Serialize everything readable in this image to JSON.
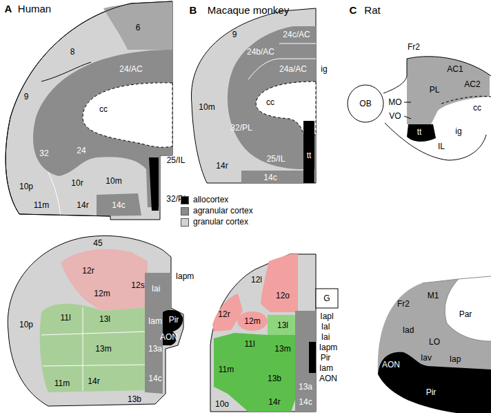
{
  "diagram": {
    "labels": [
      "A",
      "Human",
      "B",
      "Macaque monkey",
      "C",
      "Rat",
      "6",
      "8",
      "24/AC",
      "9",
      "32",
      "cc",
      "10p",
      "10r",
      "24",
      "10m",
      "25/IL",
      "32/PL",
      "11m",
      "14r",
      "14c",
      "9",
      "24c/AC",
      "24b/AC",
      "ig",
      "24a/AC",
      "cc",
      "10m",
      "32/PL",
      "14r",
      "25/IL",
      "14c",
      "tt",
      "Fr2",
      "AC1",
      "PL",
      "AC2",
      "cc",
      "OB",
      "MO",
      "VO",
      "tt",
      "ig",
      "IL",
      "45",
      "12r",
      "12m",
      "12s",
      "Iai",
      "Iapm",
      "11l",
      "13l",
      "10p",
      "Iam",
      "Pir",
      "13m",
      "13a",
      "AON",
      "11m",
      "14r",
      "14c",
      "13b",
      "12l",
      "G",
      "12o",
      "Iapl",
      "12r",
      "12m",
      "13l",
      "Ial",
      "Iai",
      "11l",
      "13m",
      "Iapm",
      "Pir",
      "Iam",
      "AON",
      "11m",
      "13b",
      "13a",
      "10o",
      "14r",
      "14c",
      "Fr2",
      "M1",
      "Par",
      "Iad",
      "LO",
      "AON",
      "Iav",
      "Iap",
      "Pir"
    ],
    "legend": [
      {
        "text": "allocortex",
        "color": "#000000"
      },
      {
        "text": "agranular cortex",
        "color": "#8c8c8c"
      },
      {
        "text": "granular cortex",
        "color": "#d3d3d3"
      }
    ]
  }
}
